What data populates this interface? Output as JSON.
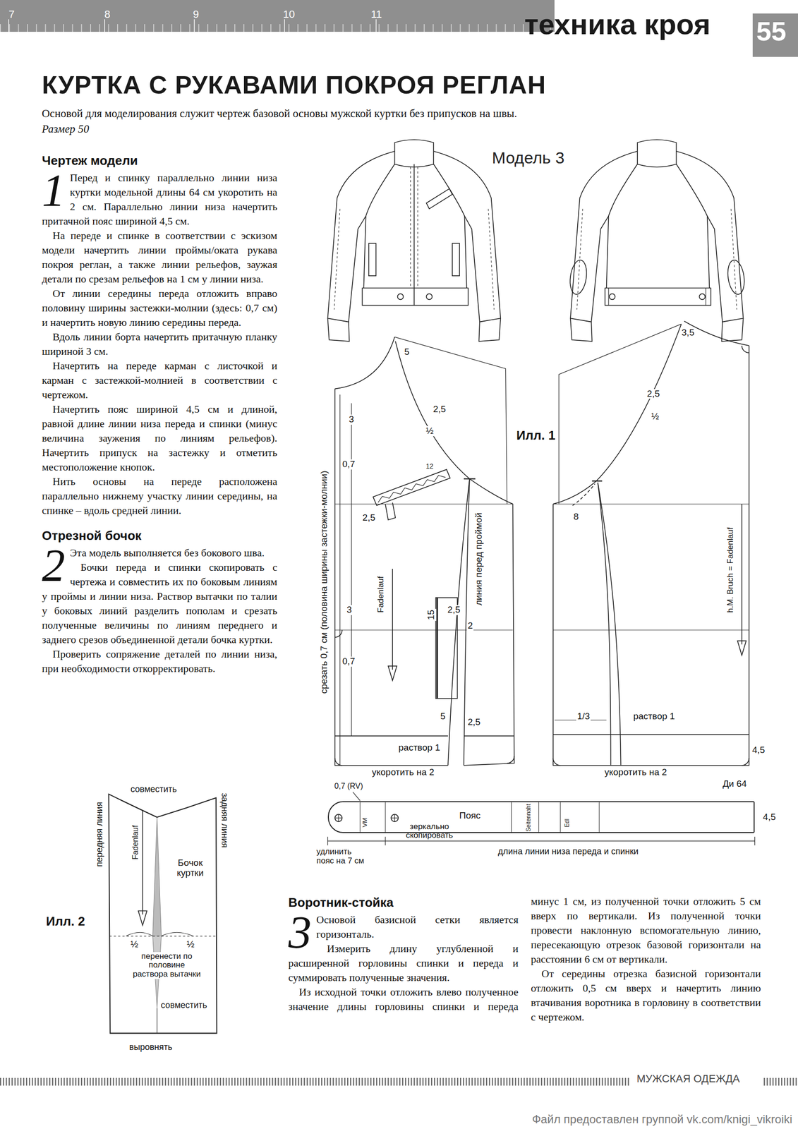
{
  "diagram": {
    "title": "КУРТКА С РУКАВАМИ ПОКРОЯ РЕГЛАН",
    "nodes": [
      {
        "text": [
          "Пояс"
        ]
      },
      {
        "text": [
          "Бочок куртки"
        ]
      }
    ],
    "labels": [
      "7",
      "8",
      "9",
      "10",
      "11",
      "техника кроя",
      "55",
      "Основой для моделирования служит чертеж базовой основы мужской куртки без припусков на швы.",
      "Размер 50",
      "Чертеж модели",
      "1",
      "Перед и спинку параллельно линии низа куртки модельной длины 64 см укоротить на 2 см. Параллельно линии низа начертить притачной пояс шириной 4,5 см.",
      "На переде и спинке в соответствии с эскизом модели начертить линии проймы/оката рукава покроя реглан, а также линии рельефов, заужая детали по срезам рельефов на 1 см у линии низа.",
      "От линии середины переда отложить вправо половину ширины застежки-молнии (здесь: 0,7 см) и начертить новую линию середины переда.",
      "Вдоль линии борта начертить притачную планку шириной 3 см.",
      "Начертить на переде карман с листочкой и карман с застежкой-молнией в соответствии с чертежом.",
      "Начертить пояс шириной 4,5 см и длиной, равной длине линии низа переда и спинки (минус величина заужения по линиям рельефов). Начертить припуск на застежку и отметить местоположение кнопок.",
      "Нить основы на переде расположена параллельно нижнему участку линии середины, на спинке – вдоль средней линии.",
      "Отрезной бочок",
      "2",
      "Эта модель выполняется без бокового шва.",
      "Бочки переда и спинки скопировать с чертежа и совместить их по боковым линиям у проймы и линии низа. Раствор вытачки по талии у боковых линий разделить пополам и срезать полученные величины по линиям переднего и заднего срезов объединенной детали бочка куртки.",
      "Проверить сопряжение деталей по линии низа, при необходимости откорректировать.",
      "Модель 3",
      "Илл. 1",
      "5",
      "2,5",
      "½",
      "3",
      "0,7",
      "12",
      "2,5",
      "линия перед проймой",
      "срезать 0,7 см (половина ширины застежки-молнии)",
      "Fadenlauf",
      "15",
      "2,5",
      "3",
      "2",
      "0,7",
      "5",
      "2,5",
      "раствор 1",
      "укоротить на 2",
      "3,5",
      "2,5",
      "½",
      "8",
      "h.M. Bruch = Fadenlauf",
      "1/3",
      "раствор 1",
      "укоротить на 2",
      "4,5",
      "Ди 64",
      "0,7 (RV)",
      "VM",
      "зеркально скопировать",
      "Seitennaht",
      "Edl",
      "4,5",
      "удлинить пояс на 7 см",
      "длина линии низа переда и спинки",
      "совместить",
      "передняя линия",
      "задняя линия",
      "Fadenlauf",
      "Илл. 2",
      "½",
      "½",
      "перенести по половине раствора вытачки",
      "совместить",
      "выровнять",
      "Воротник-стойка",
      "3",
      "Основой базисной сетки является горизонталь.",
      "Измерить длину углубленной и расширенной горловины спинки и переда и суммировать полученные значения.",
      "Из исходной точки отложить влево полученное значение длины горловины спинки и переда минус 1 см, из полученной точки отложить 5 см вверх по вертикали. Из полученной точки провести наклонную вспомогательную линию, пересекающую отрезок базовой горизонтали на расстоянии 6 см от вертикали.",
      "От середины отрезка базисной горизонтали отложить 0,5 см вверх и начертить линию втачивания воротника в горловину в соответствии с чертежом.",
      "МУЖСКАЯ ОДЕЖДА",
      "Файл предоставлен группой vk.com/knigi_vikroiki"
    ]
  }
}
